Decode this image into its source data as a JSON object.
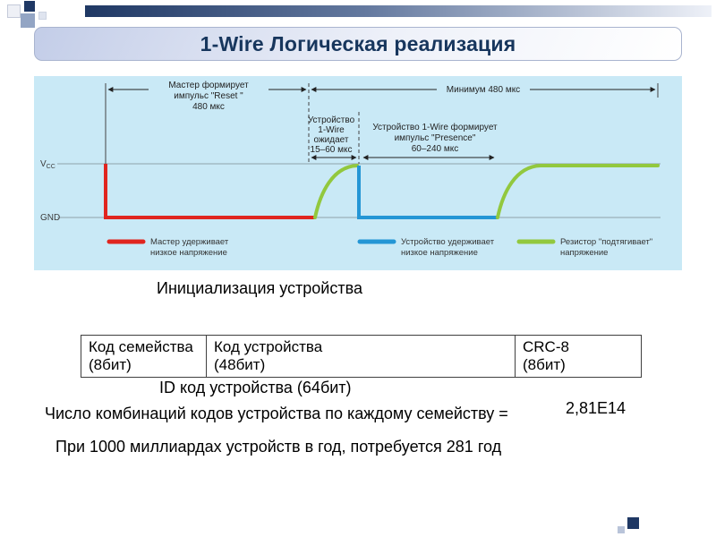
{
  "title": "1-Wire Логическая реализация",
  "colors": {
    "master_line": "#e0251f",
    "device_line": "#2496d5",
    "resistor_line": "#92c83e",
    "panel_background": "#c9e9f6",
    "title_color": "#17365d",
    "accent_navy": "#1f3864"
  },
  "diagram": {
    "vcc_label_main": "V",
    "vcc_label_sub": "CC",
    "gnd_label": "GND",
    "reset_annotation": [
      "Мастер формирует",
      "импульс \"Reset \"",
      "480 мкс"
    ],
    "minimum_annotation": "Минимум 480 мкс",
    "wait_annotation": [
      "Устройство",
      "1-Wire",
      "ожидает",
      "15–60 мкс"
    ],
    "presence_annotation": [
      "Устройство 1-Wire формирует",
      "импульс \"Presence\"",
      "60–240 мкс"
    ],
    "legend": [
      {
        "lines": [
          "Мастер удерживает",
          "низкое напряжение"
        ]
      },
      {
        "lines": [
          "Устройство удерживает",
          "низкое напряжение"
        ]
      },
      {
        "lines": [
          "Резистор \"подтягивает\"",
          "напряжение"
        ]
      }
    ]
  },
  "table": {
    "columns": [
      {
        "line1": "Код семейства",
        "line2": "(8бит)"
      },
      {
        "line1": "Код устройства",
        "line2": "(48бит)"
      },
      {
        "line1": "CRC-8",
        "line2": "(8бит)"
      }
    ]
  },
  "captions": {
    "initialization": "Инициализация устройства",
    "id_code": "ID код устройства (64бит)",
    "combinations_label": "Число комбинаций кодов устройства по каждому семейству =",
    "combinations_value": "2,81E14",
    "years_note": "При 1000 миллиардах устройств в год, потребуется 281 год"
  }
}
